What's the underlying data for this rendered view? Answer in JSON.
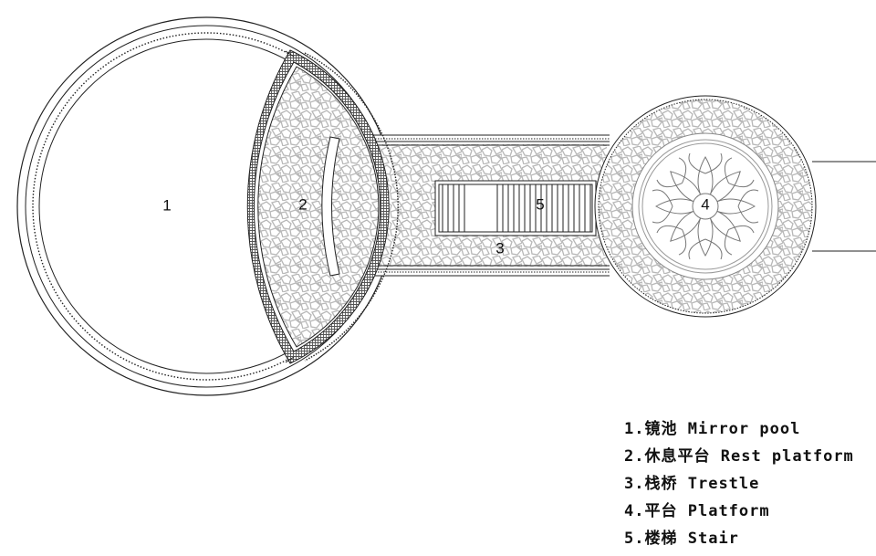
{
  "labels": {
    "pool": "1",
    "rest_platform": "2",
    "trestle": "3",
    "platform": "4",
    "stair": "5"
  },
  "legend": [
    {
      "num": "1.",
      "zh": "镜池",
      "en": "Mirror pool"
    },
    {
      "num": "2.",
      "zh": "休息平台",
      "en": "Rest platform"
    },
    {
      "num": "3.",
      "zh": "栈桥",
      "en": "Trestle"
    },
    {
      "num": "4.",
      "zh": "平台",
      "en": "Platform"
    },
    {
      "num": "5.",
      "zh": "楼梯",
      "en": "Stair"
    }
  ],
  "colors": {
    "line": "#222222",
    "paving": "#b8b8b8",
    "hatch": "#555555"
  }
}
